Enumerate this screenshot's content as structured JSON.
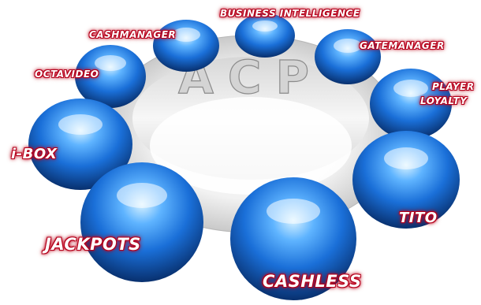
{
  "center": {
    "text": "ACP"
  },
  "modules": [
    {
      "id": "business-intelligence",
      "label": "BUSINESS INTELLIGENCE"
    },
    {
      "id": "cashmanager",
      "label": "CASHMANAGER"
    },
    {
      "id": "gatemanager",
      "label": "GATEMANAGER"
    },
    {
      "id": "octavideo",
      "label": "OCTAVIDEO"
    },
    {
      "id": "player-loyalty",
      "label_line1": "PLAYER",
      "label_line2": "LOYALTY"
    },
    {
      "id": "i-box",
      "label": "i-BOX"
    },
    {
      "id": "tito",
      "label": "TITO"
    },
    {
      "id": "jackpots",
      "label": "JACKPOTS"
    },
    {
      "id": "cashless",
      "label": "CASHLESS"
    }
  ],
  "colors": {
    "sphere_main": "#1e7fe0",
    "sphere_dark": "#0a3c8a",
    "sphere_light": "#bfe6ff",
    "label_glow": "#c8001c",
    "ring": "#e6e6e6"
  }
}
